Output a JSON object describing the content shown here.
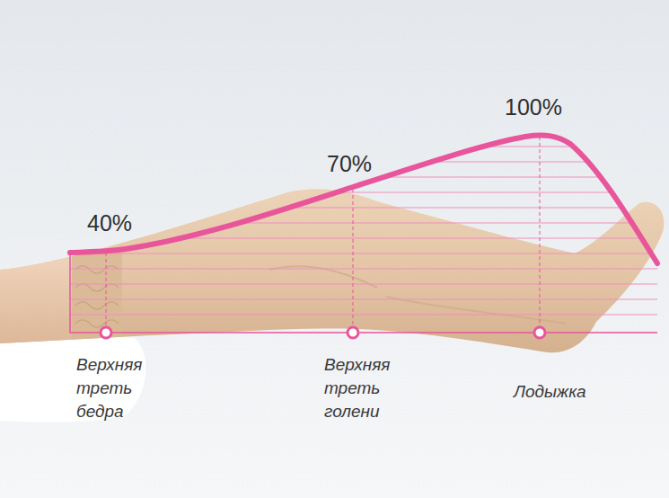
{
  "diagram": {
    "labels": [
      "40%",
      "70%",
      "100%",
      "Верхняя треть бедра",
      "Верхняя треть голени",
      "Лодыжка"
    ]
  }
}
